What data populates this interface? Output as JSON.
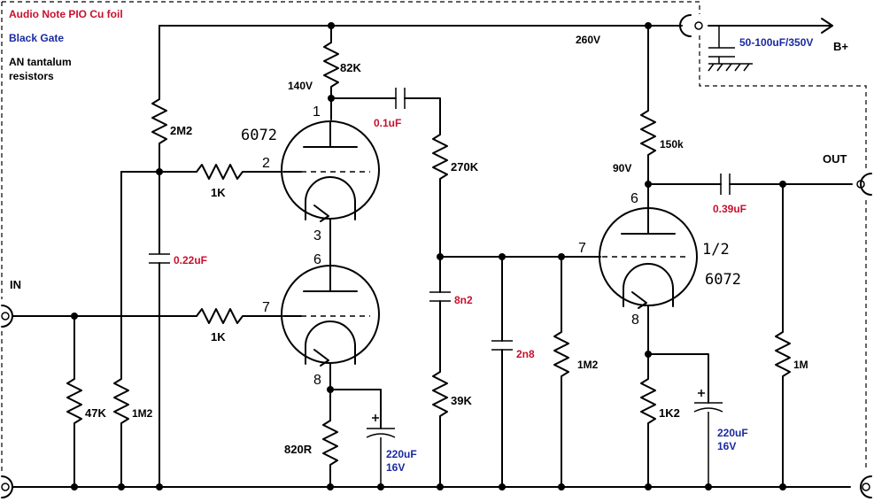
{
  "legend": {
    "audio_note": "Audio Note PIO Cu foil",
    "black_gate": "Black Gate",
    "an_tantalum_1": "AN tantalum",
    "an_tantalum_2": "resistors"
  },
  "colors": {
    "audio_note": "#c8102e",
    "black_gate": "#1a2aa0",
    "wire": "#000000"
  },
  "labels": {
    "in": "IN",
    "out": "OUT",
    "b_plus": "B+",
    "v260": "260V",
    "v140": "140V",
    "v90": "90V",
    "supply_cap": "50-100uF/350V"
  },
  "tubes": {
    "v1_name": "6072",
    "v2_name": "6072",
    "v2_half": "1/2",
    "pins": {
      "p1": "1",
      "p2": "2",
      "p3": "3",
      "p6": "6",
      "p7": "7",
      "p8": "8",
      "q6": "6",
      "q7": "7",
      "q8": "8"
    }
  },
  "components": {
    "r_82k": "82K",
    "r_2m2": "2M2",
    "r_1k_a": "1K",
    "r_1k_b": "1K",
    "r_47k": "47K",
    "r_1m2_a": "1M2",
    "r_820r": "820R",
    "r_270k": "270K",
    "r_39k": "39K",
    "r_1m2_b": "1M2",
    "r_150k": "150k",
    "r_1k2": "1K2",
    "r_1m": "1M",
    "c_022": "0.22uF",
    "c_01": "0.1uF",
    "c_8n2": "8n2",
    "c_2n8": "2n8",
    "c_039": "0.39uF",
    "c_220_a_1": "220uF",
    "c_220_a_2": "16V",
    "c_220_b_1": "220uF",
    "c_220_b_2": "16V"
  }
}
